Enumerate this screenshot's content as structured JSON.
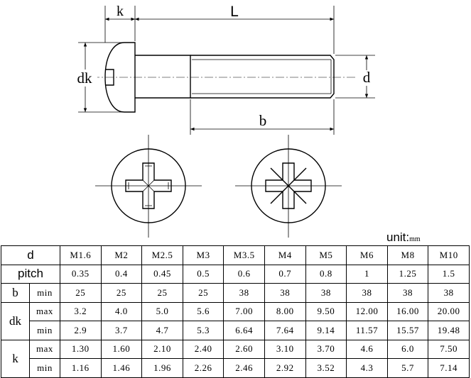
{
  "drawing": {
    "labels": {
      "k": "k",
      "L": "L",
      "dk": "dk",
      "d": "d",
      "b": "b"
    }
  },
  "unit": {
    "prefix": "unit:",
    "value": "mm"
  },
  "table": {
    "d_label": "d",
    "sizes": [
      "M1.6",
      "M2",
      "M2.5",
      "M3",
      "M3.5",
      "M4",
      "M5",
      "M6",
      "M8",
      "M10"
    ],
    "pitch_label": "pitch",
    "pitch": [
      "0.35",
      "0.4",
      "0.45",
      "0.5",
      "0.6",
      "0.7",
      "0.8",
      "1",
      "1.25",
      "1.5"
    ],
    "b_label": "b",
    "b_min_label": "min",
    "b_min": [
      "25",
      "25",
      "25",
      "25",
      "38",
      "38",
      "38",
      "38",
      "38",
      "38"
    ],
    "dk_label": "dk",
    "dk_max_label": "max",
    "dk_max": [
      "3.2",
      "4.0",
      "5.0",
      "5.6",
      "7.00",
      "8.00",
      "9.50",
      "12.00",
      "16.00",
      "20.00"
    ],
    "dk_min_label": "min",
    "dk_min": [
      "2.9",
      "3.7",
      "4.7",
      "5.3",
      "6.64",
      "7.64",
      "9.14",
      "11.57",
      "15.57",
      "19.48"
    ],
    "k_label": "k",
    "k_max_label": "max",
    "k_max": [
      "1.30",
      "1.60",
      "2.10",
      "2.40",
      "2.60",
      "3.10",
      "3.70",
      "4.6",
      "6.0",
      "7.50"
    ],
    "k_min_label": "min",
    "k_min": [
      "1.16",
      "1.46",
      "1.96",
      "2.26",
      "2.46",
      "2.92",
      "3.52",
      "4.3",
      "5.7",
      "7.14"
    ]
  }
}
